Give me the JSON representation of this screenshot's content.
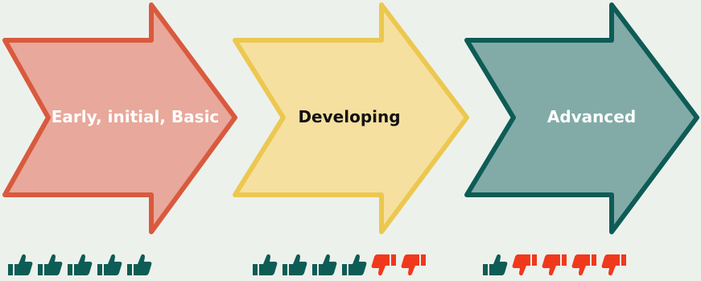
{
  "stages": [
    {
      "label": "Early, initial, Basic",
      "fill": "#e8a89b",
      "stroke": "#d95a3e",
      "text_color": "#ffffff",
      "ratings": [
        "up",
        "up",
        "up",
        "up",
        "up"
      ]
    },
    {
      "label": "Developing",
      "fill": "#f6e0a0",
      "stroke": "#ecc850",
      "text_color": "#111111",
      "ratings": [
        "up",
        "up",
        "up",
        "up",
        "down",
        "down"
      ]
    },
    {
      "label": "Advanced",
      "fill": "#82aba8",
      "stroke": "#0d5c55",
      "text_color": "#ffffff",
      "ratings": [
        "up",
        "down",
        "down",
        "down",
        "down"
      ]
    }
  ],
  "colors": {
    "thumb_up": "#0d5c55",
    "thumb_down": "#f0391c",
    "background": "#edf1ec"
  },
  "icons": {
    "up": "thumbs-up-icon",
    "down": "thumbs-down-icon"
  }
}
